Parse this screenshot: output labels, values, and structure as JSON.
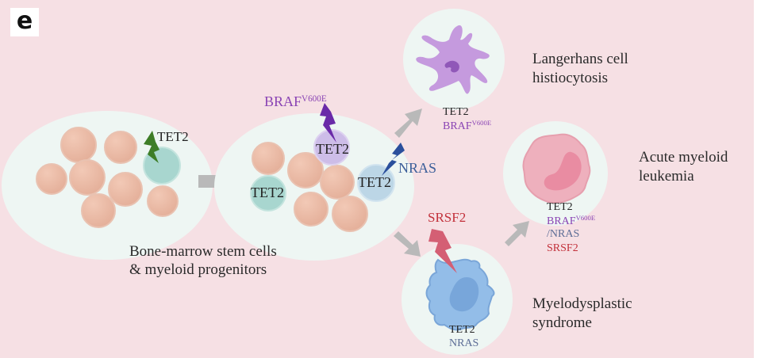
{
  "panel_label": "e",
  "colors": {
    "background": "#f6e0e4",
    "cell_container": "#eef6f3",
    "rbc_cell": "#e8b8a3",
    "tet2_cell": "#a8d6cf",
    "braf_cell": "#cdbde8",
    "nras_cell": "#bcd6e6",
    "lch_cell": "#c59ade",
    "aml_cell": "#eea9b8",
    "mds_cell": "#93bde8",
    "arrow": "#b9b9b9",
    "tet2_bolt": "#3e7d27",
    "braf_bolt": "#6a2aa8",
    "nras_bolt": "#2b4f9c",
    "srsf2_bolt": "#d45f74",
    "purple_text": "#8a44b4",
    "blue_text": "#3c5f9a",
    "red_text": "#c2303a"
  },
  "stage1": {
    "mutation": "TET2",
    "label_line1": "Bone-marrow stem cells",
    "label_line2": "& myeloid progenitors"
  },
  "stage2": {
    "mutation_top": "BRAF",
    "mutation_top_sup": "V600E",
    "cell_braf": "TET2",
    "cell_tet2": "TET2",
    "cell_nras": "TET2",
    "mutation_nras": "NRAS"
  },
  "lch": {
    "title_line1": "Langerhans cell",
    "title_line2": "histiocytosis",
    "gene1": "TET2",
    "gene2": "BRAF",
    "gene2_sup": "V600E"
  },
  "aml": {
    "title_line1": "Acute myeloid",
    "title_line2": "leukemia",
    "gene1": "TET2",
    "gene2": "BRAF",
    "gene2_sup": "V600E",
    "gene3": "/NRAS",
    "gene4": "SRSF2"
  },
  "mds": {
    "mutation": "SRSF2",
    "title_line1": "Myelodysplastic",
    "title_line2": "syndrome",
    "gene1": "TET2",
    "gene2": "NRAS"
  },
  "icons": {
    "arrow": "block-arrow",
    "mutation": "lightning-bolt"
  }
}
